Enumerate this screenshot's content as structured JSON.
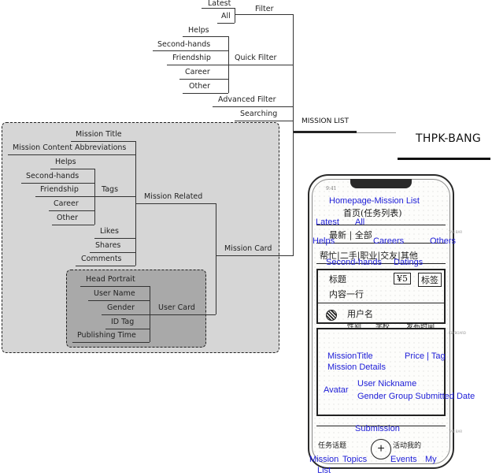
{
  "title": "THPK-BANG",
  "mission_list": "MISSION LIST",
  "tree": {
    "filter": {
      "label": "Filter",
      "items": [
        "Latest",
        "All"
      ]
    },
    "quick_filter": {
      "label": "Quick Filter",
      "items": [
        "Helps",
        "Second-hands",
        "Friendship",
        "Career",
        "Other"
      ]
    },
    "advanced_filter": "Advanced Filter",
    "searching": "Searching",
    "mission_card": {
      "label": "Mission Card",
      "mission_related": {
        "label": "Mission Related",
        "mission_title": "Mission Title",
        "abbrev": "Mission Content Abbreviations",
        "tags": {
          "label": "Tags",
          "items": [
            "Helps",
            "Second-hands",
            "Friendship",
            "Career",
            "Other"
          ]
        },
        "likes": "Likes",
        "shares": "Shares",
        "comments": "Comments"
      },
      "user_card": {
        "label": "User Card",
        "items": [
          "Head Portrait",
          "User Name",
          "Gender",
          "ID Tag",
          "Publishing Time"
        ]
      }
    }
  },
  "phone": {
    "status_time": "9:41",
    "hand": {
      "header": "首页(任务列表)",
      "filter_row": "最新 | 全部",
      "tags_row": "帮忙|二手|职业|交友|其他",
      "card_title": "标题",
      "card_price": "¥5",
      "card_tag": "标签",
      "card_content": "内容一行",
      "card_user": "用户名",
      "card_meta_1": "性别",
      "card_meta_2": "学校",
      "card_meta_3": "发布时间",
      "nav_left": "任务话题",
      "nav_right": "活动我的"
    },
    "annotations": {
      "homepage": "Homepage-Mission List",
      "latest": "Latest",
      "all": "All",
      "helps": "Helps",
      "careers": "Careers",
      "others": "Others",
      "second_hands": "Second-hands",
      "datings": "Datings",
      "mission_title": "MissionTitle",
      "price_tag": "Price | Tag",
      "mission_details": "Mission Details",
      "user_nickname": "User Nickname",
      "avatar": "Avatar",
      "gender_group": "Gender Group Submitted Date",
      "submission": "Submission",
      "mission": "Mission",
      "topics": "Topics",
      "events": "Events",
      "my": "My",
      "list": "List"
    }
  }
}
